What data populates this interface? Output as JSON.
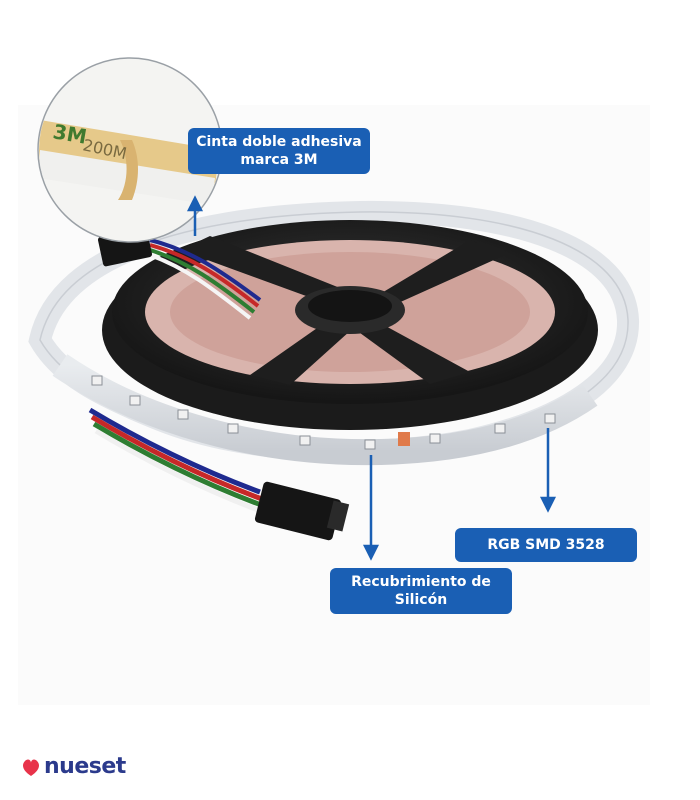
{
  "labels": {
    "adhesive": "Cinta doble adhesiva\nmarca 3M",
    "rgb": "RGB SMD 3528",
    "silicone": "Recubrimiento de\nSilicón"
  },
  "tape_print": {
    "brand": "3M",
    "code": "200M"
  },
  "logo": {
    "text": "nueset"
  },
  "colors": {
    "label_bg": "#1a5fb4",
    "arrow": "#1a5fb4",
    "logo_text": "#2b3a8c",
    "logo_mark": "#e8334a"
  }
}
